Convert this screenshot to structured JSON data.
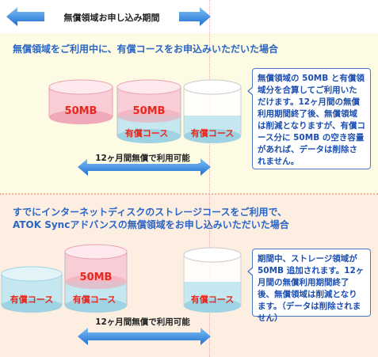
{
  "header": {
    "period_label": "無償領域お申し込み期間"
  },
  "section1": {
    "title": "無償領域をご利用中に、有償コースをお申込みいただいた場合",
    "disks": [
      {
        "state": "free",
        "label": "50MB"
      },
      {
        "state": "free+paid",
        "top_label": "50MB",
        "bottom_label": "有償コース"
      },
      {
        "state": "paid",
        "bottom_label": "有償コース"
      }
    ],
    "arrow_label": "12ヶ月間無償で利用可能",
    "note": "無償領域の 50MB と有償領域分を合算してご利用いただけます。12ヶ月間の無償利用期間終了後、無償領域は削減となりますが、有償コース分に 50MB の空き容量があれば、データは削除されません。"
  },
  "section2": {
    "title_line1": "すでにインターネットディスクのストレージコースをご利用で、",
    "title_line2": "ATOK Syncアドバンスの無償領域をお申し込みいただいた場合",
    "disks": [
      {
        "state": "paid",
        "bottom_label": "有償コース"
      },
      {
        "state": "free+paid",
        "top_label": "50MB",
        "bottom_label": "有償コース"
      },
      {
        "state": "paid",
        "bottom_label": "有償コース"
      }
    ],
    "arrow_label": "12ヶ月間無償で利用可能",
    "note": "期間中、ストレージ領域が 50MB 追加されます。12ヶ月間の無償利用期間終了後、無償領域は削減となります。（データは削除されません）"
  },
  "colors": {
    "title_blue": "#2b66c6",
    "arrow_blue": "#2f86df",
    "free_pink": "#f6c1cd",
    "paid_teal": "#bfe4ee",
    "label_red": "#e8281e"
  }
}
